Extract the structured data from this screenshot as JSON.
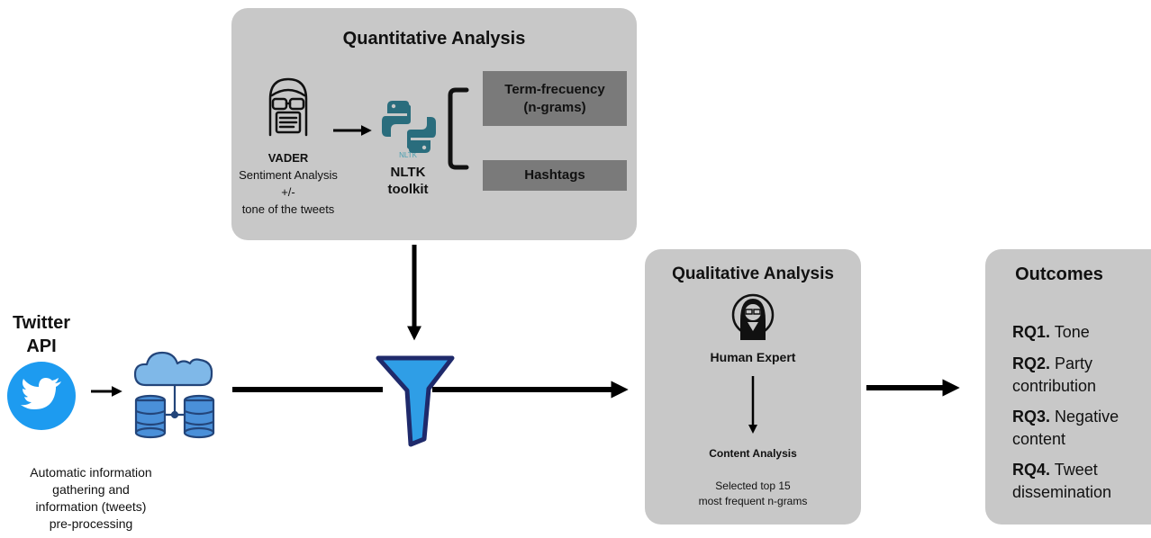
{
  "quantitative": {
    "title": "Quantitative Analysis",
    "vader_title": "VADER",
    "vader_line1": "Sentiment Analysis",
    "vader_line2": "+/-",
    "vader_line3": "tone of the tweets",
    "nltk_logo_text": "NLTK",
    "nltk_line1": "NLTK",
    "nltk_line2": "toolkit",
    "box1_line1": "Term-frecuency",
    "box1_line2": "(n-grams)",
    "box2": "Hashtags"
  },
  "source": {
    "title_line1": "Twitter",
    "title_line2": "API",
    "caption_line1": "Automatic information",
    "caption_line2": "gathering and",
    "caption_line3": "information (tweets)",
    "caption_line4": "pre-processing"
  },
  "qualitative": {
    "title": "Qualitative Analysis",
    "expert": "Human Expert",
    "content": "Content Analysis",
    "note_line1": "Selected top 15",
    "note_line2": "most frequent n-grams"
  },
  "outcomes": {
    "title": "Outcomes",
    "items": [
      {
        "code": "RQ1.",
        "text1": "Tone",
        "text2": ""
      },
      {
        "code": "RQ2.",
        "text1": "Party",
        "text2": "contribution"
      },
      {
        "code": "RQ3.",
        "text1": "Negative",
        "text2": "content"
      },
      {
        "code": "RQ4.",
        "text1": "Tweet",
        "text2": "dissemination"
      }
    ]
  },
  "colors": {
    "panel": "#c8c8c8",
    "dark_box": "#7a7a7a",
    "twitter_blue": "#1d9bf0",
    "cloud_blue": "#7fb8e8",
    "funnel_fill": "#2f9ee6",
    "funnel_stroke": "#1f2a6b",
    "python_teal": "#2a6d7d"
  }
}
